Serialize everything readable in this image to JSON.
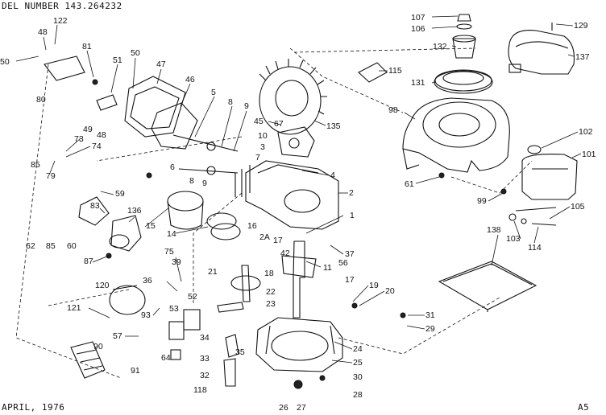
{
  "header": {
    "model": "DEL NUMBER 143.264232"
  },
  "footer": {
    "date": "APRIL, 1976",
    "page": "A5"
  },
  "labels": [
    "122",
    "48",
    "81",
    "50",
    "51",
    "47",
    "46",
    "5",
    "8",
    "9",
    "45",
    "135",
    "107",
    "106",
    "132",
    "129",
    "137",
    "115",
    "131",
    "98",
    "102",
    "101",
    "61",
    "99",
    "105",
    "103",
    "114",
    "138",
    "2",
    "4",
    "67",
    "10",
    "3",
    "7",
    "6",
    "59",
    "85",
    "79",
    "73",
    "74",
    "136",
    "83",
    "15",
    "14",
    "16",
    "2A",
    "17",
    "37",
    "56",
    "11",
    "18",
    "42",
    "21",
    "19",
    "20",
    "22",
    "23",
    "24",
    "25",
    "26",
    "27",
    "28",
    "30",
    "31",
    "29",
    "62",
    "60",
    "87",
    "75",
    "39",
    "36",
    "120",
    "121",
    "93",
    "53",
    "52",
    "57",
    "64",
    "90",
    "91",
    "34",
    "35",
    "32",
    "33",
    "118",
    "80",
    "49",
    "1"
  ]
}
